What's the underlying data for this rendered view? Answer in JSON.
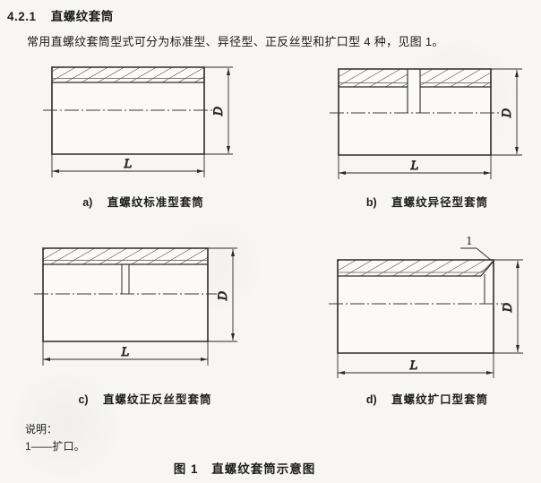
{
  "document": {
    "section_number": "4.2.1",
    "section_title": "直螺纹套筒",
    "body_text": "常用直螺纹套筒型式可分为标准型、异径型、正反丝型和扩口型 4 种，见图 1。",
    "notes": {
      "label": "说明：",
      "item_1": "1——扩口。"
    },
    "figure": {
      "caption_label": "图 1",
      "caption_text": "直螺纹套筒示意图",
      "diagrams": [
        {
          "label": "a)",
          "title": "直螺纹标准型套筒",
          "width_label": "L",
          "height_label": "D"
        },
        {
          "label": "b)",
          "title": "直螺纹异径型套筒",
          "width_label": "L",
          "height_label": "D"
        },
        {
          "label": "c)",
          "title": "直螺纹正反丝型套筒",
          "width_label": "L",
          "height_label": "D"
        },
        {
          "label": "d)",
          "title": "直螺纹扩口型套筒",
          "width_label": "L",
          "height_label": "D",
          "callout": "1"
        }
      ]
    },
    "colors": {
      "line": "#2b2b2b",
      "text": "#1c1c1c",
      "background": "#f7f6f3"
    }
  }
}
